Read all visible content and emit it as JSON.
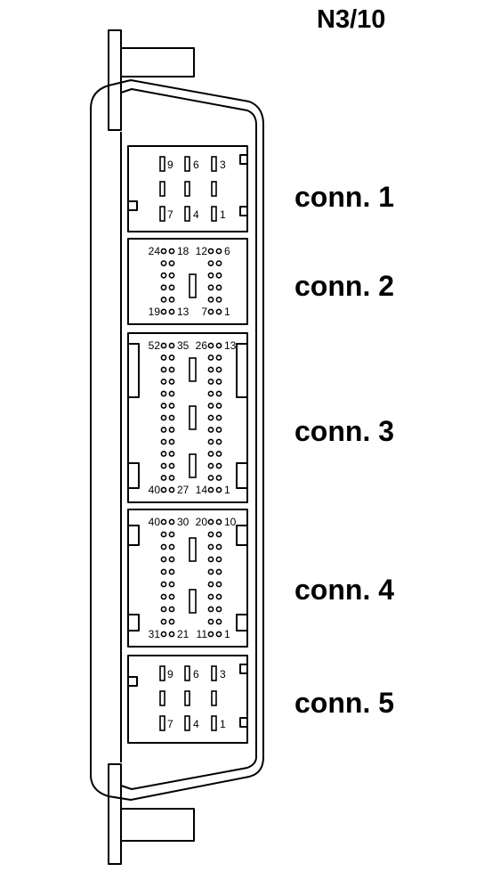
{
  "title": "N3/10",
  "connectors": [
    {
      "label": "conn. 1",
      "pins": [
        "9",
        "6",
        "3",
        "7",
        "4",
        "1"
      ]
    },
    {
      "label": "conn. 2",
      "pins": [
        "24",
        "18",
        "12",
        "6",
        "19",
        "13",
        "7",
        "1"
      ]
    },
    {
      "label": "conn. 3",
      "pins": [
        "52",
        "35",
        "26",
        "13",
        "40",
        "27",
        "14",
        "1"
      ]
    },
    {
      "label": "conn. 4",
      "pins": [
        "40",
        "30",
        "20",
        "10",
        "31",
        "21",
        "11",
        "1"
      ]
    },
    {
      "label": "conn. 5",
      "pins": [
        "9",
        "6",
        "3",
        "7",
        "4",
        "1"
      ]
    }
  ]
}
